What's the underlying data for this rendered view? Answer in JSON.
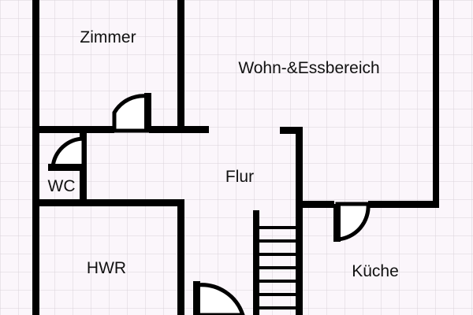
{
  "plan": {
    "colors": {
      "background": "#fbf6fb",
      "grid": "#d9d2da",
      "walls": "#000000",
      "stairs": "#000000"
    },
    "rooms": {
      "zimmer": "Zimmer",
      "wohn_essbereich": "Wohn-&Essbereich",
      "wc": "WC",
      "flur": "Flur",
      "hwr": "HWR",
      "kueche": "Küche"
    },
    "stairs_steps": 7
  }
}
